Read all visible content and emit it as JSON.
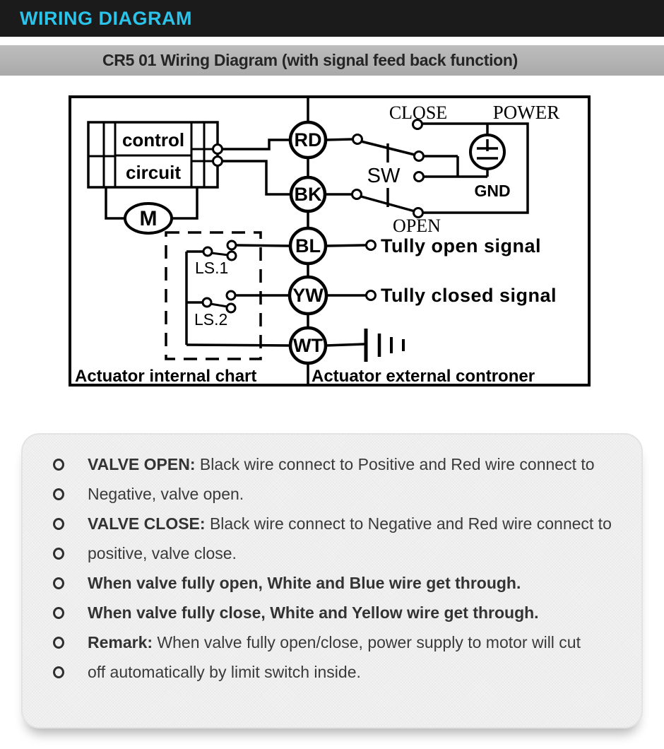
{
  "header": {
    "title": "WIRING DIAGRAM",
    "accent_color": "#2cc3ea",
    "bg_color": "#1b1b1b"
  },
  "subtitle_bar": {
    "text": "CR5 01 Wiring Diagram (with signal feed back function)",
    "bg_color": "#b3b3b3"
  },
  "diagram": {
    "labels": {
      "control_line1": "control",
      "control_line2": "circuit",
      "motor": "M",
      "rd": "RD",
      "bk": "BK",
      "bl": "BL",
      "yw": "YW",
      "wt": "WT",
      "close": "CLOSE",
      "power": "POWER",
      "sw": "SW",
      "gnd": "GND",
      "open": "OPEN",
      "ls1": "LS.1",
      "ls2": "LS.2",
      "fully_open_signal": "Tully open signal",
      "fully_closed_signal": "Tully closed signal",
      "caption_left": "Actuator internal chart",
      "caption_right": "Actuator external controner"
    }
  },
  "notes": {
    "items": [
      {
        "segments": [
          {
            "text": "VALVE OPEN:",
            "bold": true
          },
          {
            "text": " Black wire connect to Positive and Red wire connect to",
            "bold": false
          }
        ]
      },
      {
        "segments": [
          {
            "text": "Negative, valve open.",
            "bold": false
          }
        ]
      },
      {
        "segments": [
          {
            "text": "VALVE CLOSE:",
            "bold": true
          },
          {
            "text": " Black wire connect to Negative and Red wire connect to",
            "bold": false
          }
        ]
      },
      {
        "segments": [
          {
            "text": "positive, valve close.",
            "bold": false
          }
        ]
      },
      {
        "segments": [
          {
            "text": "When valve fully open, White and Blue wire get through.",
            "bold": true
          }
        ]
      },
      {
        "segments": [
          {
            "text": "When valve fully close, White and Yellow wire get through.",
            "bold": true
          }
        ]
      },
      {
        "segments": [
          {
            "text": "Remark:",
            "bold": true
          },
          {
            "text": " When valve fully open/close, power supply to motor will cut",
            "bold": false
          }
        ]
      },
      {
        "segments": [
          {
            "text": "off automatically by limit switch inside.",
            "bold": false
          }
        ]
      }
    ]
  }
}
